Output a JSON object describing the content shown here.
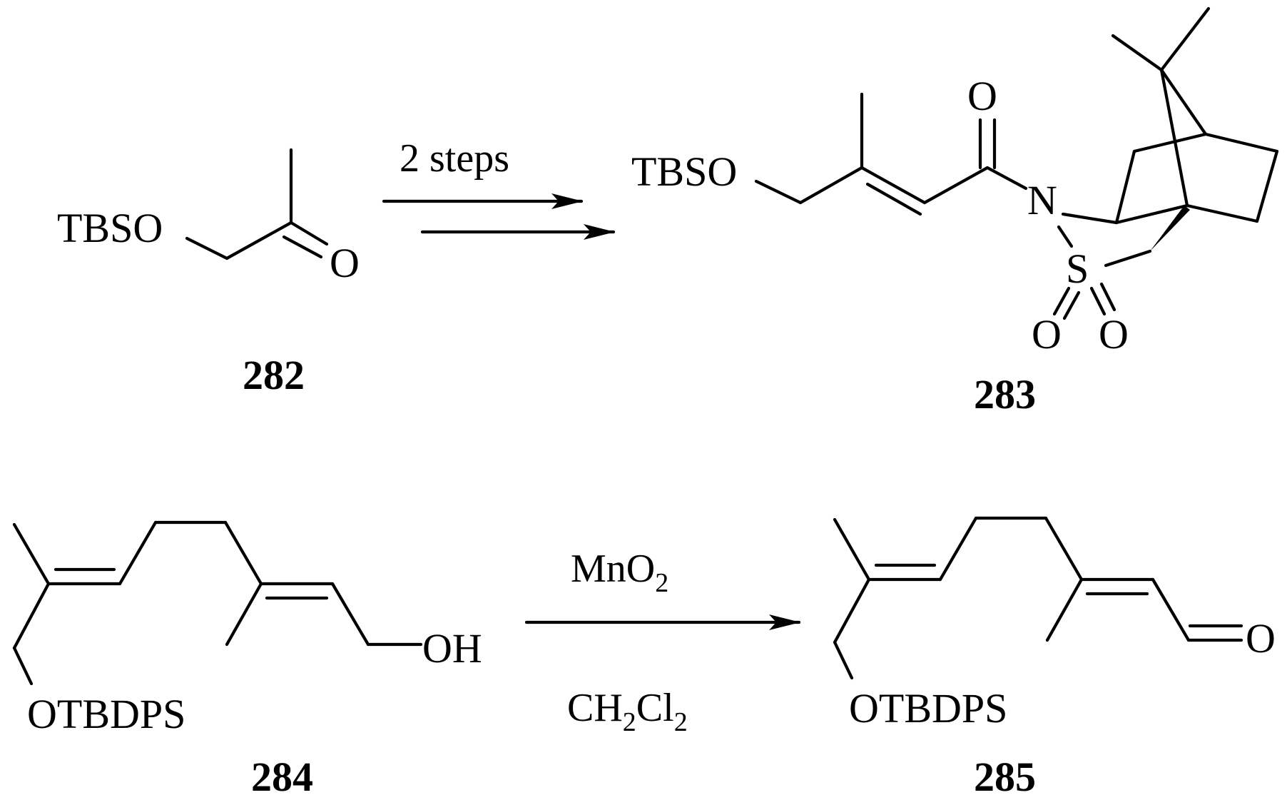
{
  "scheme_1": {
    "reactant": {
      "group": "TBSO",
      "carbonyl_o": "O",
      "number": "282"
    },
    "condition": "2 steps",
    "product": {
      "group": "TBSO",
      "carbonyl_o": "O",
      "n_atom": "N",
      "s_atom": "S",
      "sulfonyl_o_left": "O",
      "sulfonyl_o_right": "O",
      "number": "283"
    }
  },
  "scheme_2": {
    "reactant": {
      "protecting_group": "OTBDPS",
      "alcohol": "OH",
      "number": "284"
    },
    "reagent": {
      "main": "MnO",
      "subscript": "2"
    },
    "solvent": {
      "part1": "CH",
      "sub1": "2",
      "part2": "Cl",
      "sub2": "2"
    },
    "product": {
      "protecting_group": "OTBDPS",
      "carbonyl_o": "O",
      "number": "285"
    }
  }
}
